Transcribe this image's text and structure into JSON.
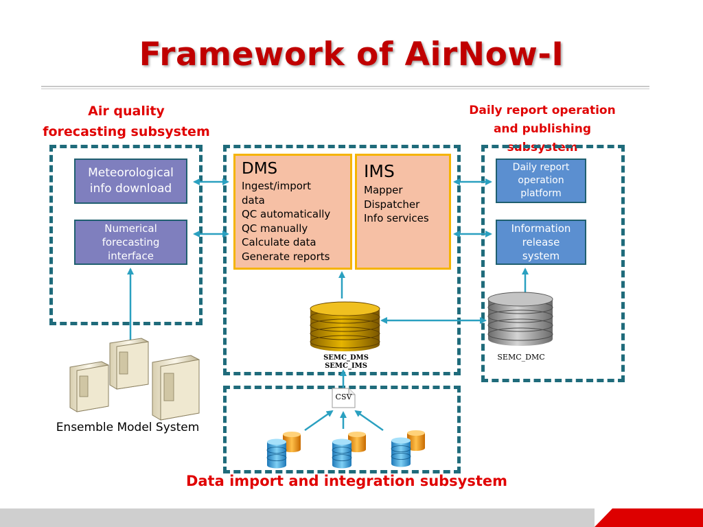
{
  "title": "Framework of AirNow-I",
  "subsystems": {
    "forecasting": {
      "line1": "Air quality",
      "line2": "forecasting subsystem"
    },
    "report": {
      "line1": "Daily report operation",
      "line2": "and publishing subsystem"
    },
    "import": {
      "label": "Data import and integration subsystem"
    }
  },
  "boxes": {
    "meteo": {
      "line1": "Meteorological",
      "line2": "info download"
    },
    "numerical": {
      "line1": "Numerical",
      "line2": "forecasting",
      "line3": "interface"
    },
    "dms": {
      "heading": "DMS",
      "items": [
        "Ingest/import",
        "data",
        "QC automatically",
        "QC manually",
        "Calculate data",
        "Generate reports"
      ]
    },
    "ims": {
      "heading": "IMS",
      "items": [
        "Mapper",
        "Dispatcher",
        "Info services"
      ]
    },
    "daily": {
      "line1": "Daily report",
      "line2": "operation",
      "line3": "platform"
    },
    "info_release": {
      "line1": "Information",
      "line2": "release",
      "line3": "system"
    }
  },
  "databases": {
    "semc_dms": "SEMC_DMS",
    "semc_ims": "SEMC_IMS",
    "semc_dmc": "SEMC_DMC",
    "csv": "CSV"
  },
  "ensemble_label": "Ensemble Model System",
  "colors": {
    "title_red": "#c00000",
    "subhead_red": "#e00000",
    "dash_teal": "#1f6b7b",
    "arrow_teal": "#2aa0c0",
    "peach": "#f6c0a5",
    "gold_db": "#c89400",
    "gray_db": "#9a9a9a"
  }
}
